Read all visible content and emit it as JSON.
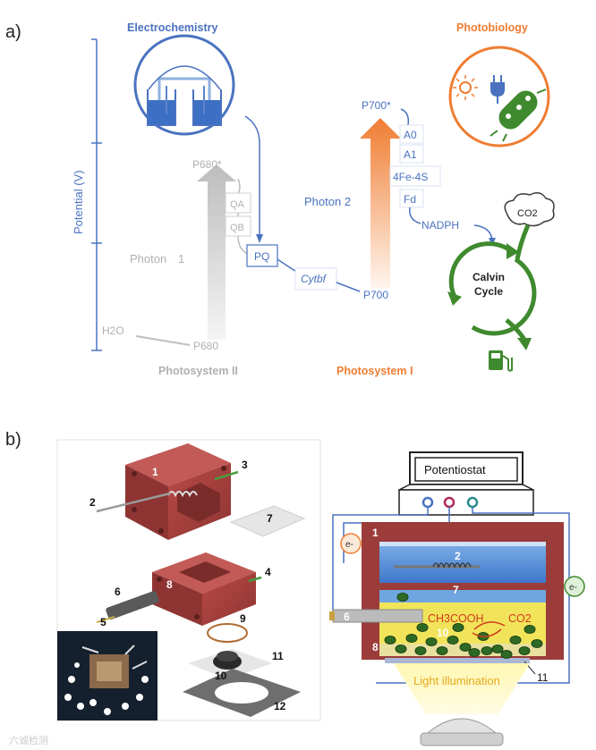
{
  "panel_a": {
    "label": "a)",
    "electrochemistry": "Electrochemistry",
    "photobiology": "Photobiology",
    "potential_axis": "Potential (V)",
    "photosystem2": "Photosystem II",
    "photosystem1": "Photosystem I",
    "photon1": "Photon",
    "photon1_num": "1",
    "photon2": "Photon 2",
    "p680star": "P680*",
    "p680": "P680",
    "h2o": "H2O",
    "qa": "QA",
    "qb": "QB",
    "pq": "PQ",
    "cytbf": "Cytbf",
    "p700": "P700",
    "p700star": "P700*",
    "a0": "A0",
    "a1": "A1",
    "fe4s": "4Fe-4S",
    "fd": "Fd",
    "nadph": "NADPH",
    "co2": "CO2",
    "calvin_line1": "Calvin",
    "calvin_line2": "Cycle"
  },
  "panel_b": {
    "label": "b)",
    "potentiostat": "Potentiostat",
    "light": "Light illumination",
    "acetic": "CH3COOH",
    "co2": "CO2",
    "electron": "e-",
    "exploded_numbers": [
      "1",
      "2",
      "3",
      "4",
      "5",
      "6",
      "7",
      "8",
      "9",
      "10",
      "11",
      "12"
    ],
    "cell_numbers": [
      "1",
      "2",
      "7",
      "6",
      "10",
      "8",
      "11"
    ]
  },
  "watermark": "六诚检测",
  "colors": {
    "blue": "#4a72c0",
    "orange": "#ef7d32",
    "green": "#3f8a2e",
    "gray": "#b5b5b5",
    "brick": "#a9413f",
    "yellow": "#f4e34c"
  }
}
